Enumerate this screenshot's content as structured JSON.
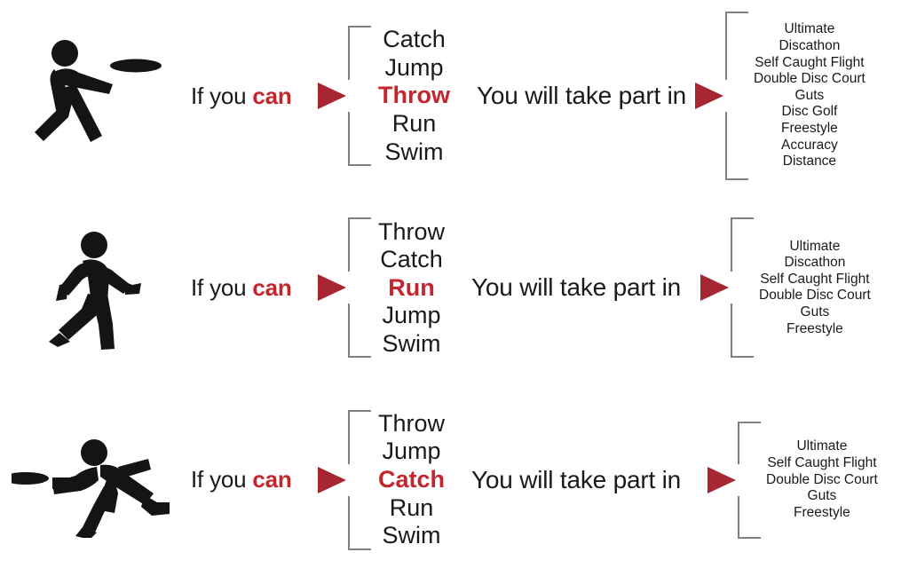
{
  "page": {
    "background_color": "#ffffff",
    "accent_red": "#c4262e",
    "arrow_red": "#a62631",
    "bracket_gray": "#808080",
    "text_black": "#1a1a1a"
  },
  "rows": [
    {
      "figure_icon": "thrower-with-disc-icon",
      "condition_lead": "If you",
      "condition_emphasis": "can",
      "skills": [
        {
          "label": "Catch",
          "highlight": false
        },
        {
          "label": "Jump",
          "highlight": false
        },
        {
          "label": "Throw",
          "highlight": true
        },
        {
          "label": "Run",
          "highlight": false
        },
        {
          "label": "Swim",
          "highlight": false
        }
      ],
      "result_text": "You will take part in",
      "events": [
        "Ultimate",
        "Discathon",
        "Self Caught Flight",
        "Double Disc Court",
        "Guts",
        "Disc Golf",
        "Freestyle",
        "Accuracy",
        "Distance"
      ]
    },
    {
      "figure_icon": "runner-icon",
      "condition_lead": "If you",
      "condition_emphasis": "can",
      "skills": [
        {
          "label": "Throw",
          "highlight": false
        },
        {
          "label": "Catch",
          "highlight": false
        },
        {
          "label": "Run",
          "highlight": true
        },
        {
          "label": "Jump",
          "highlight": false
        },
        {
          "label": "Swim",
          "highlight": false
        }
      ],
      "result_text": "You will take part in",
      "events": [
        "Ultimate",
        "Discathon",
        "Self Caught Flight",
        "Double Disc Court",
        "Guts",
        "Freestyle"
      ]
    },
    {
      "figure_icon": "diving-catcher-with-disc-icon",
      "condition_lead": "If you",
      "condition_emphasis": "can",
      "skills": [
        {
          "label": "Throw",
          "highlight": false
        },
        {
          "label": "Jump",
          "highlight": false
        },
        {
          "label": "Catch",
          "highlight": true
        },
        {
          "label": "Run",
          "highlight": false
        },
        {
          "label": "Swim",
          "highlight": false
        }
      ],
      "result_text": "You will take part in",
      "events": [
        "Ultimate",
        "Self Caught Flight",
        "Double Disc Court",
        "Guts",
        "Freestyle"
      ]
    }
  ]
}
